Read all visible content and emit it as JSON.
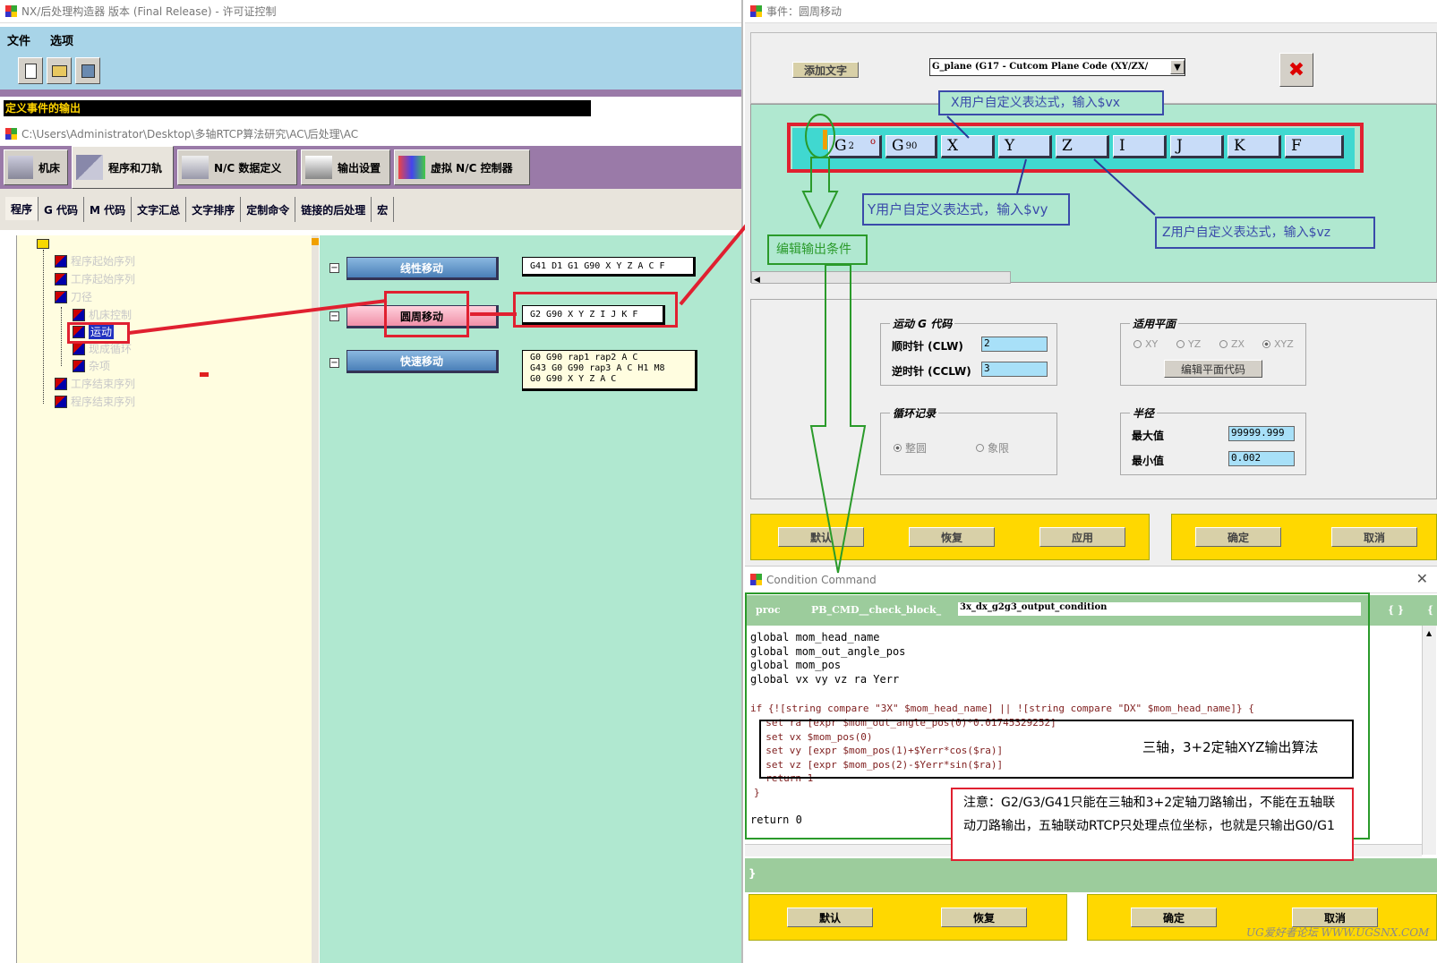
{
  "left_window": {
    "title": "NX/后处理构造器 版本 (Final Release) - 许可证控制",
    "menu": [
      "文件",
      "选项"
    ],
    "section_title": "定义事件的输出",
    "path": "C:\\Users\\Administrator\\Desktop\\多轴RTCP算法研究\\AC\\后处理\\AC",
    "main_tabs": [
      "机床",
      "程序和刀轨",
      "N/C 数据定义",
      "输出设置",
      "虚拟 N/C 控制器"
    ],
    "sub_tabs": [
      "程序",
      "G 代码",
      "M 代码",
      "文字汇总",
      "文字排序",
      "定制命令",
      "链接的后处理",
      "宏"
    ],
    "tree": [
      "程序起始序列",
      "工序起始序列",
      "刀径",
      "机床控制",
      "运动",
      "现成循环",
      "杂项",
      "工序结束序列",
      "程序结束序列"
    ],
    "events": [
      {
        "label": "线性移动",
        "output": "G41 D1 G1 G90 X Y Z A C F"
      },
      {
        "label": "圆周移动",
        "output": "G2 G90 X Y Z I J K F"
      },
      {
        "label": "快速移动",
        "output": "G0 G90 rap1 rap2 A C\nG43 G0 G90 rap3 A C H1 M8\nG0 G90 X Y Z A C"
      }
    ]
  },
  "event_window": {
    "title": "事件：圆周移动",
    "add_text_button": "添加文字",
    "dropdown_value": "G_plane (G17 - Cutcom Plane Code (XY/ZX/",
    "blocks": [
      "G",
      "X",
      "Y",
      "Z",
      "I",
      "J",
      "K",
      "F"
    ],
    "block_g1_sup": "2",
    "block_g2_sup": "90",
    "motion_group": {
      "title": "运动 G 代码",
      "cw_label": "顺时针 (CLW)",
      "cw_value": "2",
      "ccw_label": "逆时针 (CCLW)",
      "ccw_value": "3"
    },
    "plane_group": {
      "title": "适用平面",
      "options": [
        "XY",
        "YZ",
        "ZX",
        "XYZ"
      ],
      "edit_button": "编辑平面代码"
    },
    "circle_group": {
      "title": "循环记录",
      "options": [
        "整圆",
        "象限"
      ]
    },
    "radius_group": {
      "title": "半径",
      "max_label": "最大值",
      "max_value": "99999.999",
      "min_label": "最小值",
      "min_value": "0.002"
    },
    "buttons": [
      "默认",
      "恢复",
      "应用",
      "确定",
      "取消"
    ]
  },
  "condition_window": {
    "title": "Condition Command",
    "proc_label": "proc",
    "proc_name": "PB_CMD__check_block_",
    "proc_input": "3x_dx_g2g3_output_condition",
    "braces": "{ }",
    "brace_open": "{",
    "code_globals": "global mom_head_name\nglobal mom_out_angle_pos\nglobal mom_pos\nglobal vx vy vz ra Yerr",
    "code_if": "if {![string compare \"3X\" $mom_head_name] || ![string compare \"DX\" $mom_head_name]} {",
    "code_set": "  set ra [expr $mom_out_angle_pos(0)*0.01745329252]\n  set vx $mom_pos(0)\n  set vy [expr $mom_pos(1)+$Yerr*cos($ra)]\n  set vz [expr $mom_pos(2)-$Yerr*sin($ra)]\n  return 1\n}",
    "code_return": "return 0",
    "closing_brace": "}",
    "buttons": [
      "默认",
      "恢复",
      "确定",
      "取消"
    ]
  },
  "annotations": {
    "x_note": "X用户自定义表达式，输入$vx",
    "y_note": "Y用户自定义表达式，输入$vy",
    "z_note": "Z用户自定义表达式，输入$vz",
    "edit_condition": "编辑输出条件",
    "algorithm": "三轴，3+2定轴XYZ输出算法",
    "warning": "注意：G2/G3/G41只能在三轴和3+2定轴刀路输出，不能在五轴联动刀路输出，五轴联动RTCP只处理点位坐标，也就是只输出G0/G1"
  },
  "watermark": "UG爱好者论坛 WWW.UGSNX.COM"
}
